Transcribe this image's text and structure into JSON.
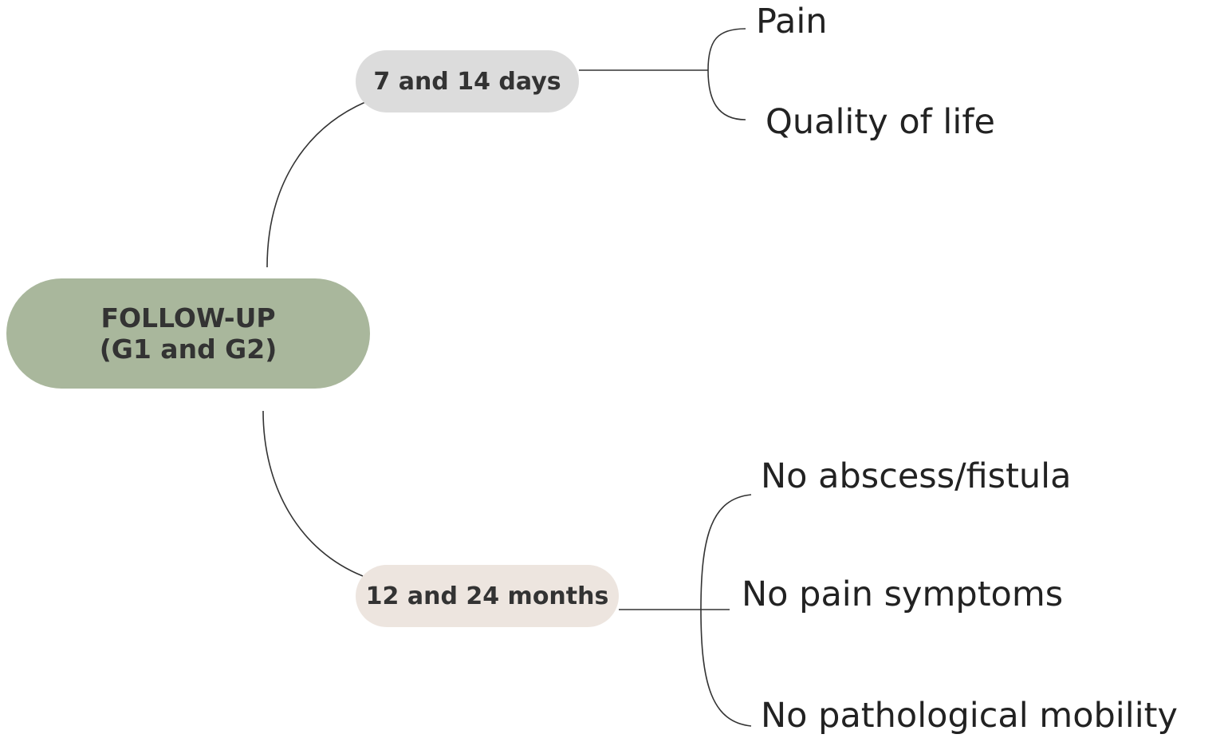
{
  "root": {
    "line1": "FOLLOW-UP",
    "line2": "(G1 and G2)",
    "color": "#a9b79c"
  },
  "branches": [
    {
      "label": "7 and 14 days",
      "color": "#dcdcdc",
      "outcomes": [
        "Pain",
        "Quality of life"
      ]
    },
    {
      "label": "12 and 24 months",
      "color": "#ede5df",
      "outcomes": [
        "No abscess/fistula",
        "No pain symptoms",
        "No pathological mobility"
      ]
    }
  ]
}
